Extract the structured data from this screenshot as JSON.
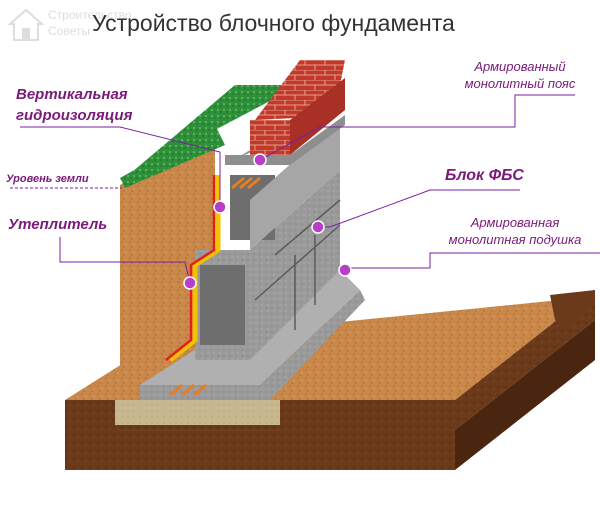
{
  "title": "Устройство блочного фундамента",
  "watermark": {
    "line1": "Строительство",
    "line2": "Советы"
  },
  "labels": {
    "vertical_waterproofing": {
      "line1": "Вертикальная",
      "line2": "гидроизоляция"
    },
    "ground_level": "Уровень земли",
    "insulation": "Утеплитель",
    "reinforced_belt": {
      "line1": "Армированный",
      "line2": "монолитный пояс"
    },
    "fbs_block": "Блок ФБС",
    "reinforced_cushion": {
      "line1": "Армированная",
      "line2": "монолитная подушка"
    }
  },
  "colors": {
    "label_accent": "#7b1fa2",
    "label_text": "#7a1a7a",
    "marker": "#b83ec7",
    "soil": "#c9874a",
    "soil_dark": "#5a2e12",
    "brick": "#c0392b",
    "grass": "#2f8f3a",
    "concrete": "#9a9a9a",
    "waterproofing": "#e02020",
    "insulation": "#f2c200"
  }
}
